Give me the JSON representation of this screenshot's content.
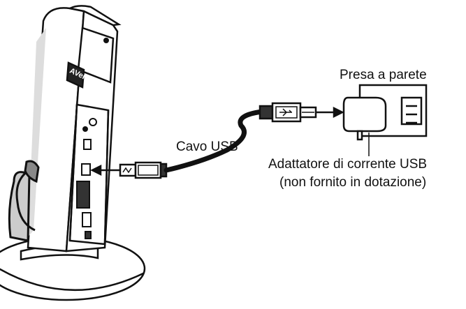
{
  "labels": {
    "wall_outlet": "Presa a parete",
    "usb_cable": "Cavo USB",
    "adapter_line1": "Adattatore di corrente USB",
    "adapter_line2": "(non fornito in dotazione)",
    "device_logo": "AVer"
  },
  "colors": {
    "line": "#111111",
    "background": "#ffffff"
  }
}
